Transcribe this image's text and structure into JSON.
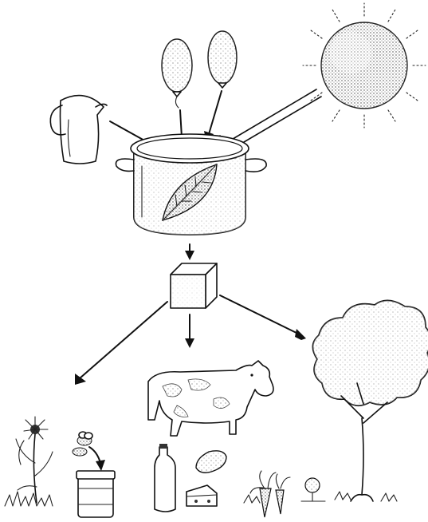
{
  "diagram": {
    "type": "illustration",
    "text_labels": [],
    "elements": [
      {
        "name": "water-jug-icon",
        "role": "input"
      },
      {
        "name": "balloon-icon",
        "role": "input"
      },
      {
        "name": "balloon-icon",
        "role": "input"
      },
      {
        "name": "sun-icon",
        "role": "input"
      },
      {
        "name": "cooking-pot-icon",
        "role": "process"
      },
      {
        "name": "leaf-icon",
        "role": "process"
      },
      {
        "name": "sugar-cube-icon",
        "role": "product"
      },
      {
        "name": "flower-icon",
        "role": "consumer"
      },
      {
        "name": "bee-icon",
        "role": "consumer"
      },
      {
        "name": "honey-jar-icon",
        "role": "consumer"
      },
      {
        "name": "cow-icon",
        "role": "consumer"
      },
      {
        "name": "milk-bottle-icon",
        "role": "consumer"
      },
      {
        "name": "cheese-icon",
        "role": "consumer"
      },
      {
        "name": "butter-icon",
        "role": "consumer"
      },
      {
        "name": "tree-icon",
        "role": "consumer"
      },
      {
        "name": "vegetables-icon",
        "role": "consumer"
      }
    ],
    "arrows": 8
  }
}
